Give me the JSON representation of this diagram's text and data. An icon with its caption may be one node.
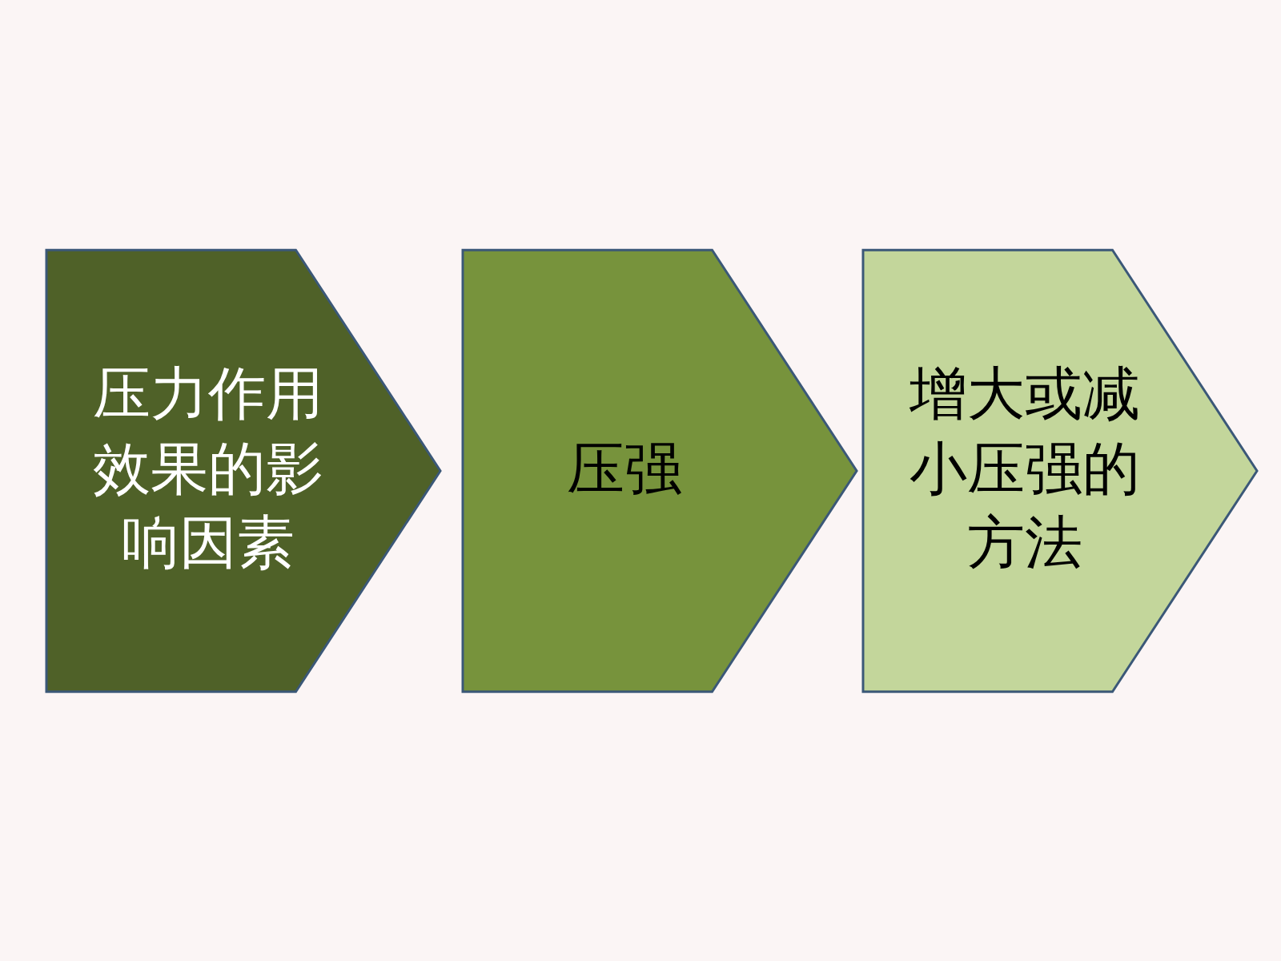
{
  "diagram": {
    "nodes": [
      {
        "text": [
          "压力作用效果的影响因素"
        ]
      },
      {
        "text": [
          "压强"
        ]
      },
      {
        "text": [
          "增大或减小压强的方法"
        ]
      }
    ]
  }
}
